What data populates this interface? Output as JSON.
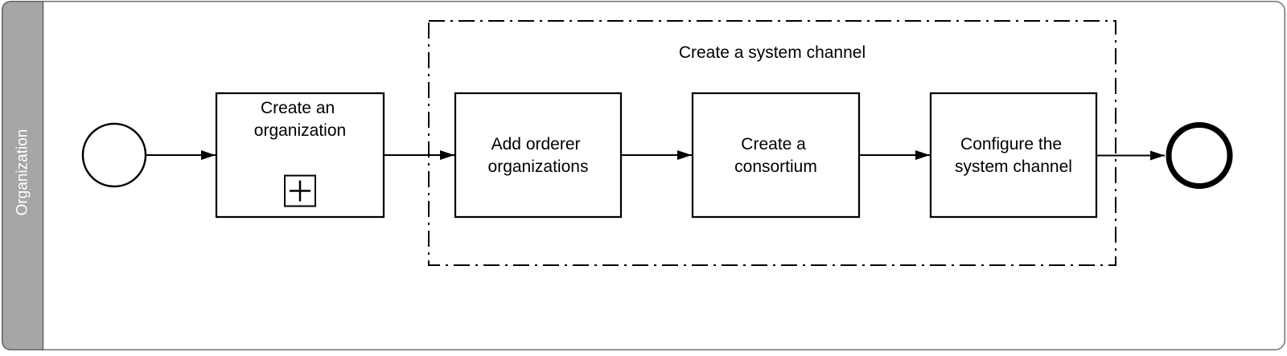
{
  "diagram": {
    "type": "bpmn-process",
    "lane": {
      "label": "Organization"
    },
    "group": {
      "label": "Create a system channel"
    },
    "tasks": [
      {
        "line1": "Create an",
        "line2": "organization",
        "marker_icon": "subprocess-plus-icon"
      },
      {
        "line1": "Add orderer",
        "line2": "organizations"
      },
      {
        "line1": "Create a",
        "line2": "consortium"
      },
      {
        "line1": "Configure the",
        "line2": "system channel"
      }
    ],
    "events": {
      "start_icon": "start-event-circle",
      "end_icon": "end-event-circle"
    },
    "colors": {
      "lane_fill": "#a6a6a9",
      "lane_border": "#67676b",
      "pool_border": "#737373",
      "shape_stroke": "#000000",
      "lane_label_color": "#ffffff",
      "background": "#ffffff"
    }
  }
}
